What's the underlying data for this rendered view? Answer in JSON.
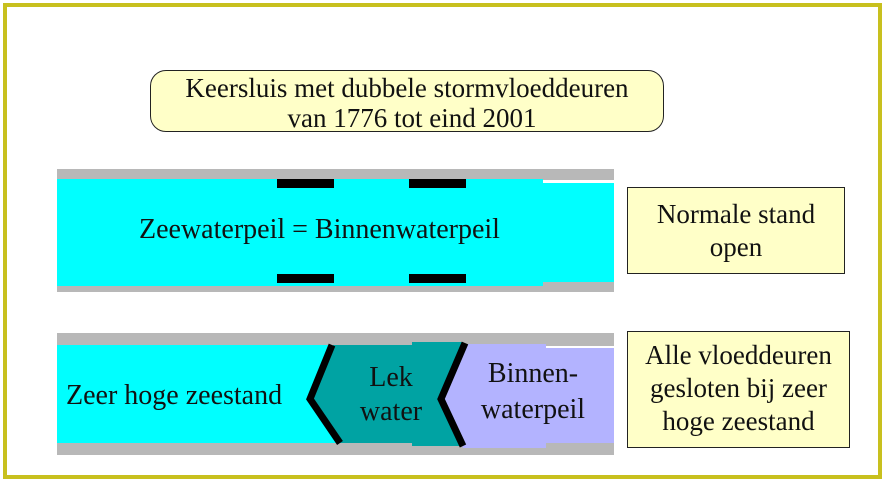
{
  "title": {
    "line1": "Keersluis met dubbele stormvloeddeuren",
    "line2": "van 1776 tot eind 2001"
  },
  "top_channel": {
    "label": "Zeewaterpeil = Binnenwaterpeil",
    "status_line1": "Normale stand",
    "status_line2": "open"
  },
  "bottom_channel": {
    "sea_label": "Zeer hoge zeestand",
    "leak_line1": "Lek",
    "leak_line2": "water",
    "inner_line1": "Binnen-",
    "inner_line2": "waterpeil",
    "status_line1": "Alle vloeddeuren",
    "status_line2": "gesloten bij zeer",
    "status_line3": "hoge zeestand"
  },
  "colors": {
    "frame": "#c8c01e",
    "label_fill": "#ffffc8",
    "sea_water": "#00ffff",
    "leak_water": "#00a3a3",
    "inner_water": "#b3b3ff",
    "wall": "#b8b8b8",
    "door": "#000000"
  }
}
